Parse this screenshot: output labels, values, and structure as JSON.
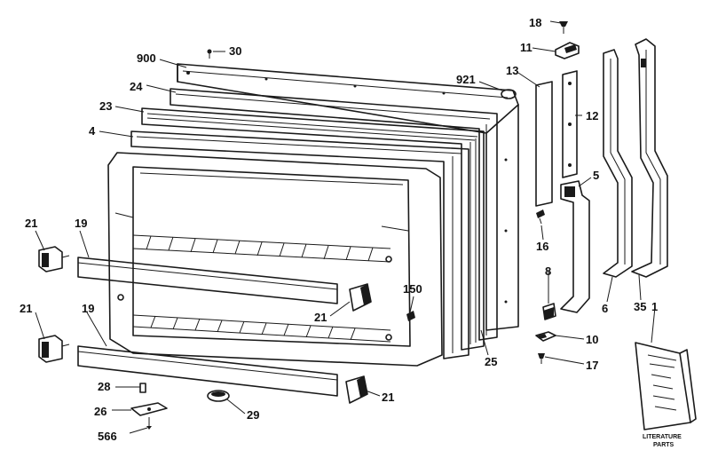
{
  "callouts": [
    {
      "id": "c900",
      "text": "900"
    },
    {
      "id": "c30",
      "text": "30"
    },
    {
      "id": "c24",
      "text": "24"
    },
    {
      "id": "c23",
      "text": "23"
    },
    {
      "id": "c4",
      "text": "4"
    },
    {
      "id": "c921",
      "text": "921"
    },
    {
      "id": "c13",
      "text": "13"
    },
    {
      "id": "c18",
      "text": "18"
    },
    {
      "id": "c11",
      "text": "11"
    },
    {
      "id": "c12",
      "text": "12"
    },
    {
      "id": "c5",
      "text": "5"
    },
    {
      "id": "c16",
      "text": "16"
    },
    {
      "id": "c8",
      "text": "8"
    },
    {
      "id": "c6",
      "text": "6"
    },
    {
      "id": "c35",
      "text": "35"
    },
    {
      "id": "c1",
      "text": "1"
    },
    {
      "id": "c10",
      "text": "10"
    },
    {
      "id": "c17",
      "text": "17"
    },
    {
      "id": "c25",
      "text": "25"
    },
    {
      "id": "c150",
      "text": "150"
    },
    {
      "id": "c21a",
      "text": "21"
    },
    {
      "id": "c19a",
      "text": "19"
    },
    {
      "id": "c21b",
      "text": "21"
    },
    {
      "id": "c21c",
      "text": "21"
    },
    {
      "id": "c19b",
      "text": "19"
    },
    {
      "id": "c21d",
      "text": "21"
    },
    {
      "id": "c28",
      "text": "28"
    },
    {
      "id": "c26",
      "text": "26"
    },
    {
      "id": "c29",
      "text": "29"
    },
    {
      "id": "c566",
      "text": "566"
    }
  ],
  "literature": {
    "line1": "LITERATURE",
    "line2": "PARTS"
  }
}
